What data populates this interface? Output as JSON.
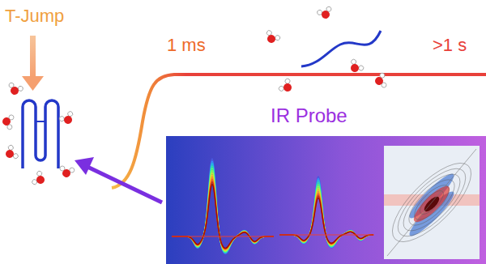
{
  "diagram": {
    "labels": [
      "T-Jump",
      "1 ms",
      ">1 s",
      "IR Probe"
    ]
  }
}
